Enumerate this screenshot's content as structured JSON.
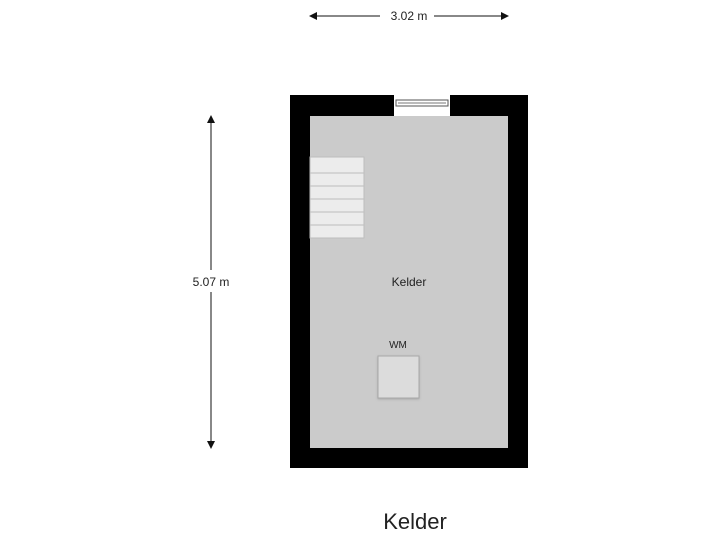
{
  "plan": {
    "title": "Kelder",
    "width_label": "3.02 m",
    "height_label": "5.07 m",
    "room": {
      "name": "Kelder"
    },
    "appliance": {
      "label": "WM"
    },
    "colors": {
      "wall": "#000000",
      "floor": "#cbcbcb",
      "stairs": "#ececec",
      "appliance": "#dcdcdc",
      "dimension_line": "#111111"
    },
    "features": [
      "stairs",
      "window",
      "washing-machine"
    ]
  }
}
